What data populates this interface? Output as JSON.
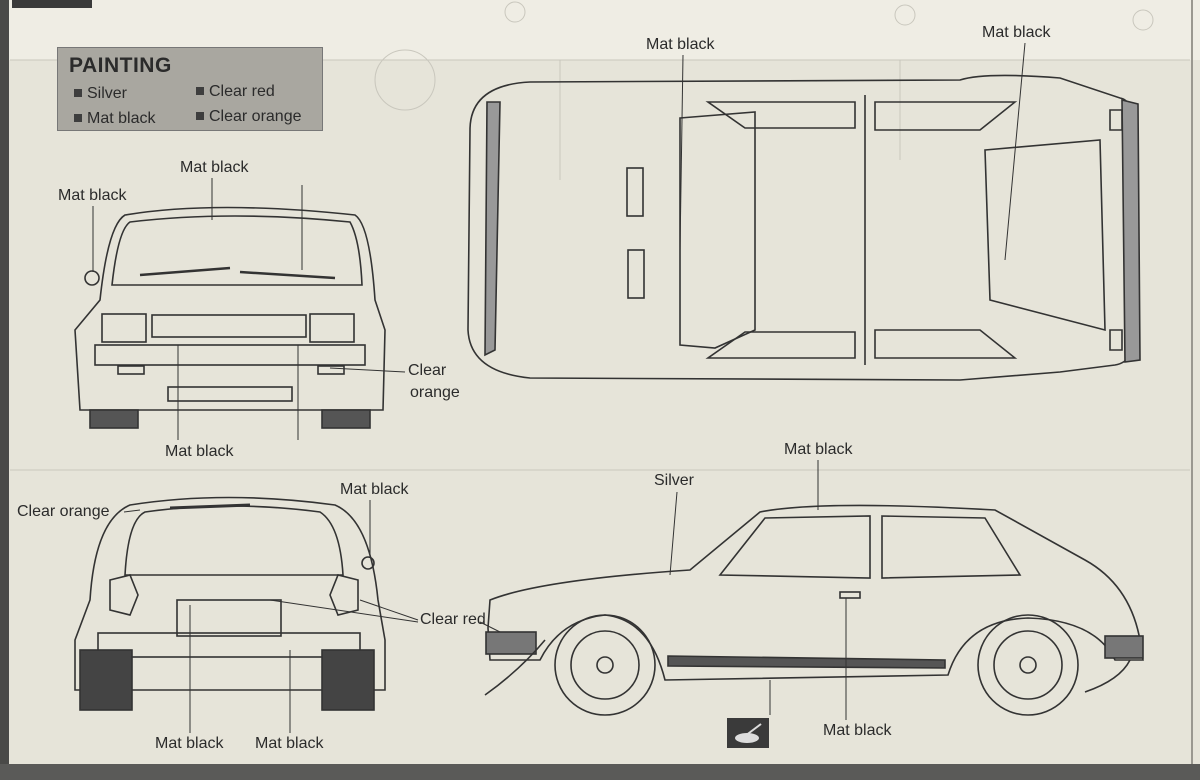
{
  "legend": {
    "title": "PAINTING",
    "items": [
      "Silver",
      "Clear red",
      "Mat black",
      "Clear orange"
    ]
  },
  "labels": {
    "top_view_left": "Mat black",
    "top_view_right": "Mat black",
    "front_top": "Mat black",
    "front_mirror": "Mat black",
    "front_clear_orange_1": "Clear",
    "front_clear_orange_2": "orange",
    "front_bottom": "Mat black",
    "rear_clear_orange": "Clear orange",
    "rear_mirror": "Mat black",
    "rear_clear_red": "Clear red",
    "rear_bottom_left": "Mat black",
    "rear_bottom_right": "Mat black",
    "side_silver": "Silver",
    "side_roof": "Mat black",
    "side_bottom": "Mat black"
  },
  "icons": {
    "paint_icon": "paint-brush-dish-icon"
  }
}
